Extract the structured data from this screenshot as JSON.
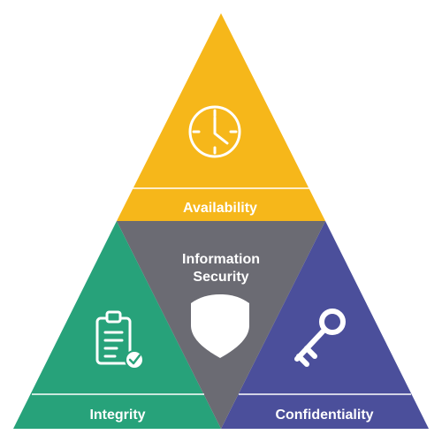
{
  "diagram": {
    "center": {
      "line1": "Information",
      "line2": "Security",
      "icon": "shield-icon",
      "color": "#6b6b73"
    },
    "availability": {
      "label": "Availability",
      "icon": "clock-icon",
      "color": "#f6b71a"
    },
    "integrity": {
      "label": "Integrity",
      "icon": "clipboard-check-icon",
      "color": "#27a27a"
    },
    "confidentiality": {
      "label": "Confidentiality",
      "icon": "key-icon",
      "color": "#4b4f9b"
    }
  }
}
